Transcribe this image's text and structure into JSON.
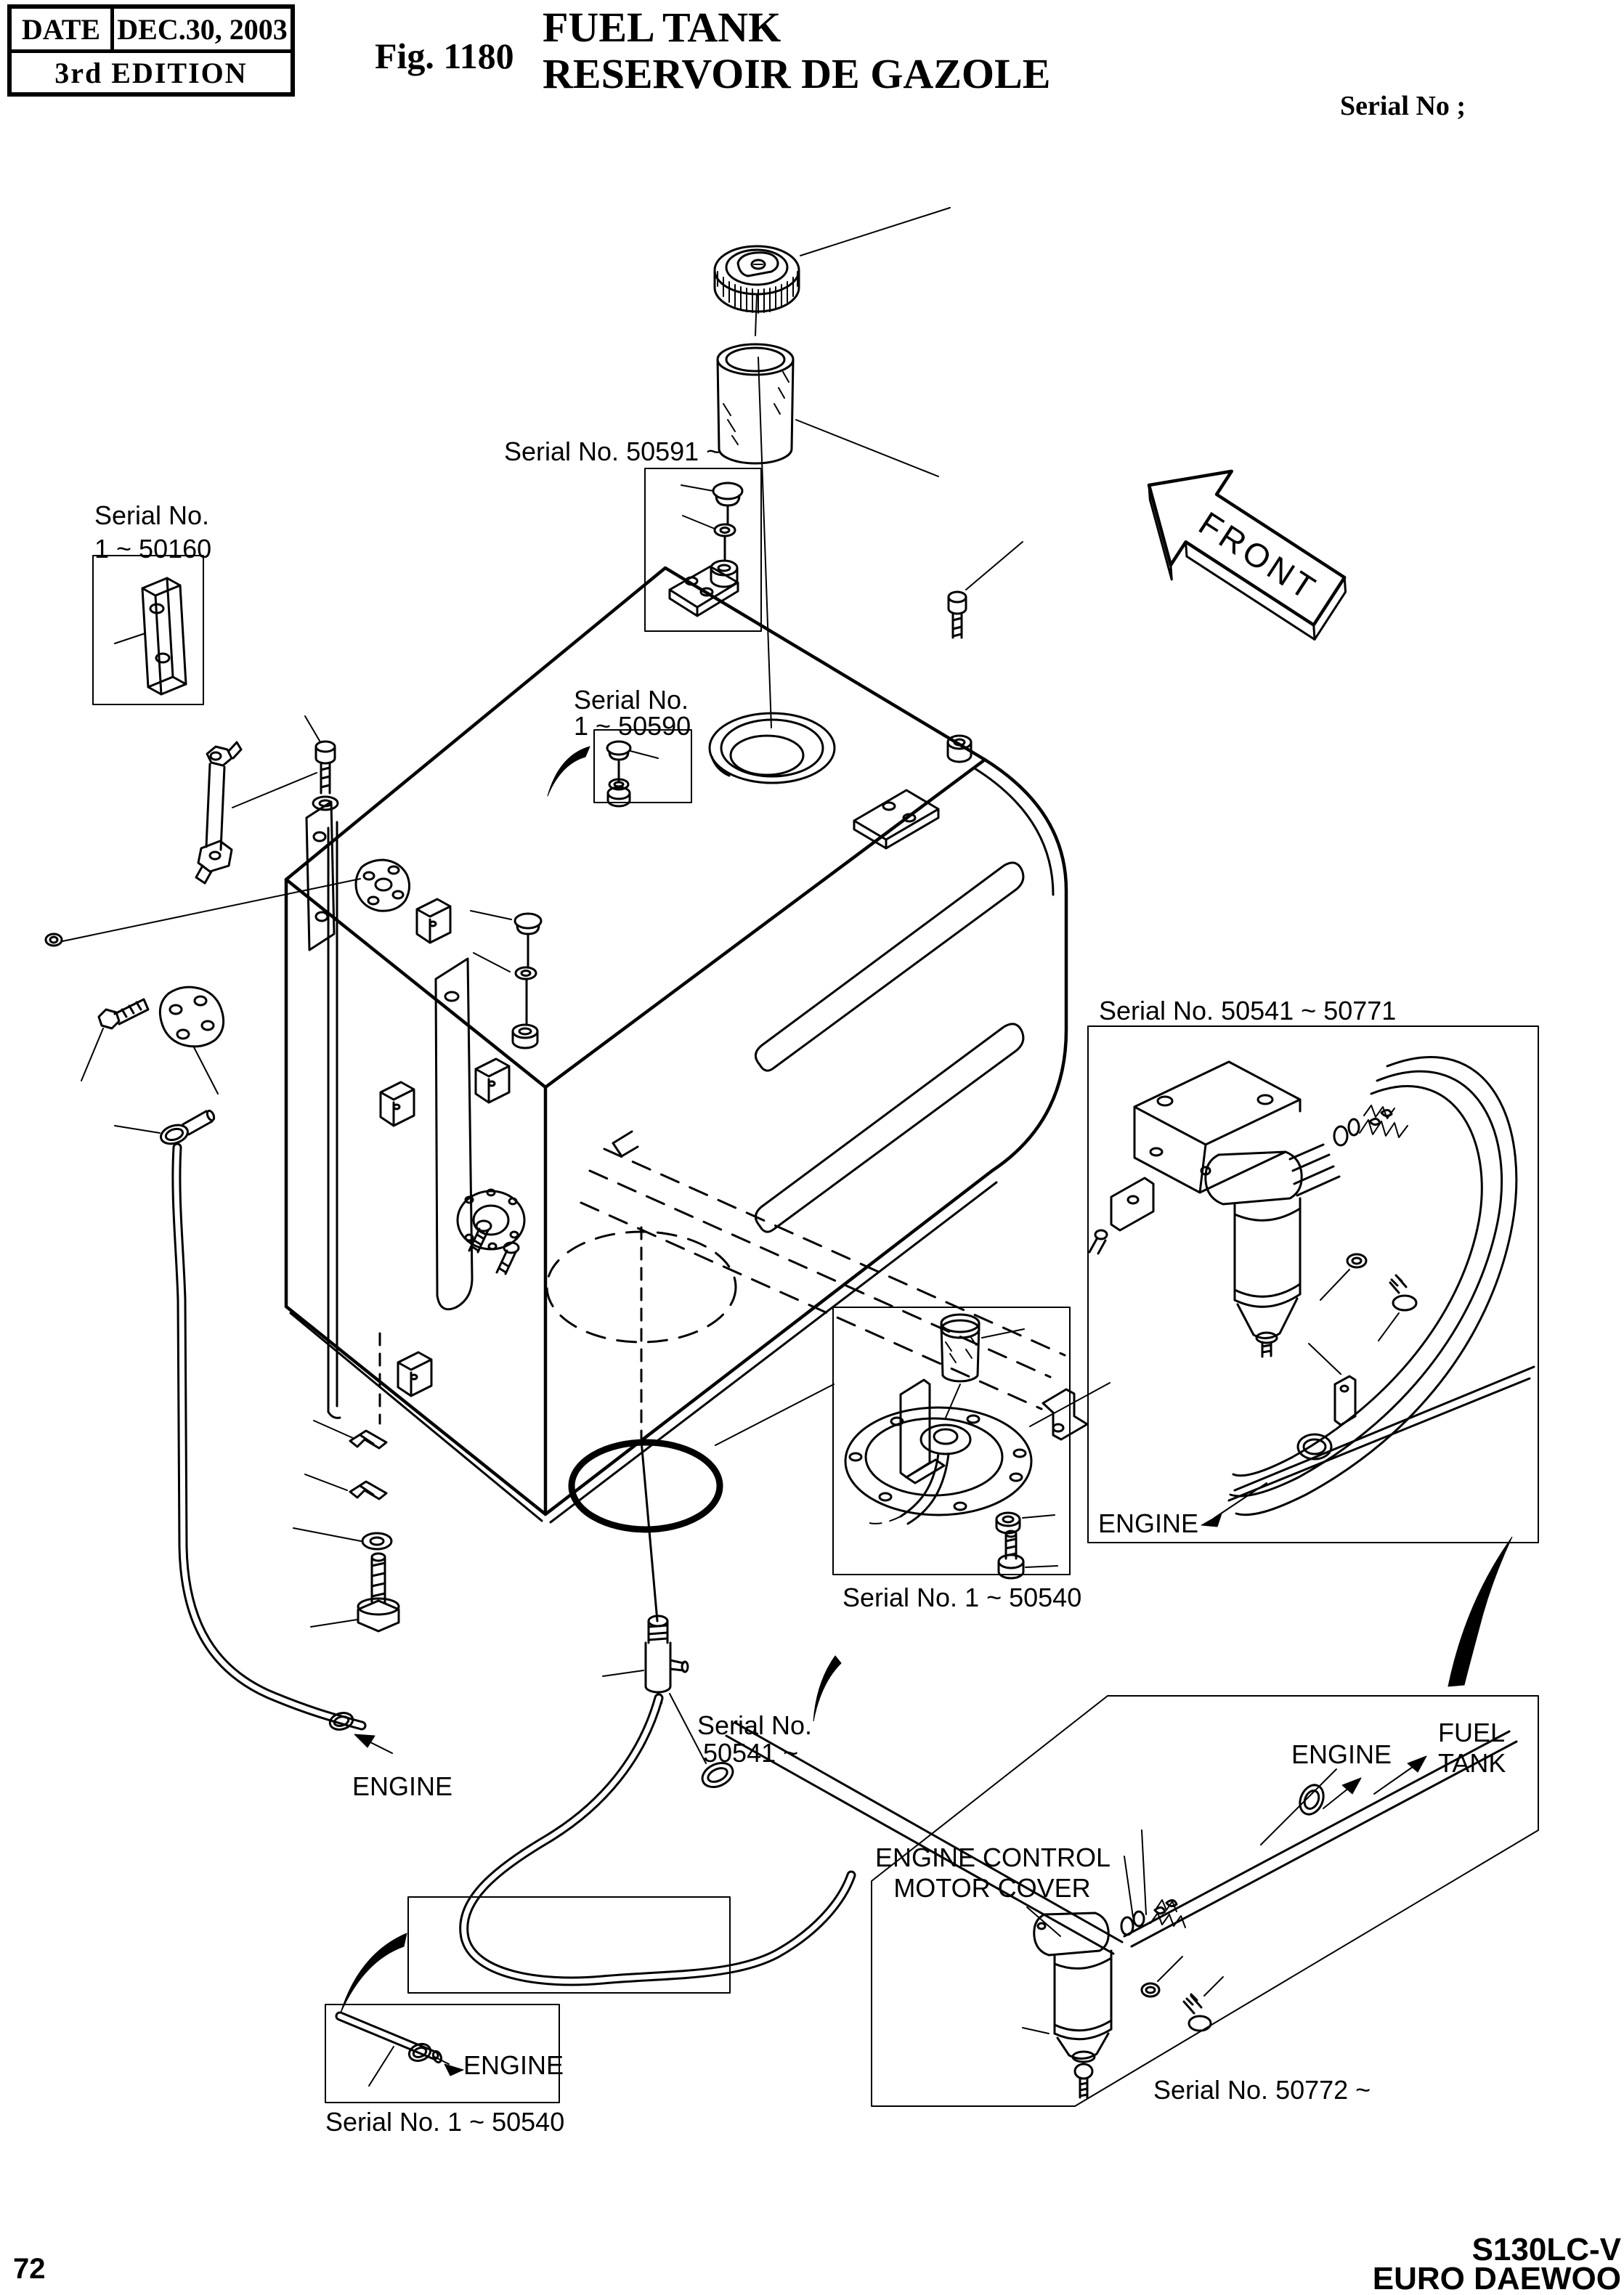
{
  "header": {
    "date_label": "DATE",
    "date_value": "DEC.30, 2003",
    "edition": "3rd EDITION",
    "fig_label": "Fig. 1180",
    "title_en": "FUEL TANK",
    "title_fr": "RESERVOIR DE GAZOLE",
    "serial_heading": "Serial No ;"
  },
  "diagram": {
    "front_marker": "FRONT",
    "callouts": {
      "cap_strainer": "Serial No. 50591 ~",
      "block_line1": "Serial No.",
      "block_line2": "1 ~ 50160",
      "plug_line1": "Serial No.",
      "plug_line2": "1 ~ 50590",
      "filter_box": "Serial No. 50541 ~ 50771",
      "filter_box_engine": "ENGINE",
      "sender_box": "Serial No. 1 ~ 50540",
      "drain_line1": "Serial No.",
      "drain_line2": "50541 ~",
      "hose_engine": "ENGINE",
      "hose_box_engine": "ENGINE",
      "hose_box_serial": "Serial No. 1 ~ 50540",
      "panel_cover_line1": "ENGINE CONTROL",
      "panel_cover_line2": "MOTOR COVER",
      "panel_engine": "ENGINE",
      "panel_fuel_line1": "FUEL",
      "panel_fuel_line2": "TANK",
      "panel_serial": "Serial No. 50772 ~"
    }
  },
  "footer": {
    "page_number": "72",
    "model": "S130LC-V",
    "brand": "EURO DAEWOO"
  },
  "colors": {
    "ink": "#000000",
    "paper": "#ffffff"
  }
}
